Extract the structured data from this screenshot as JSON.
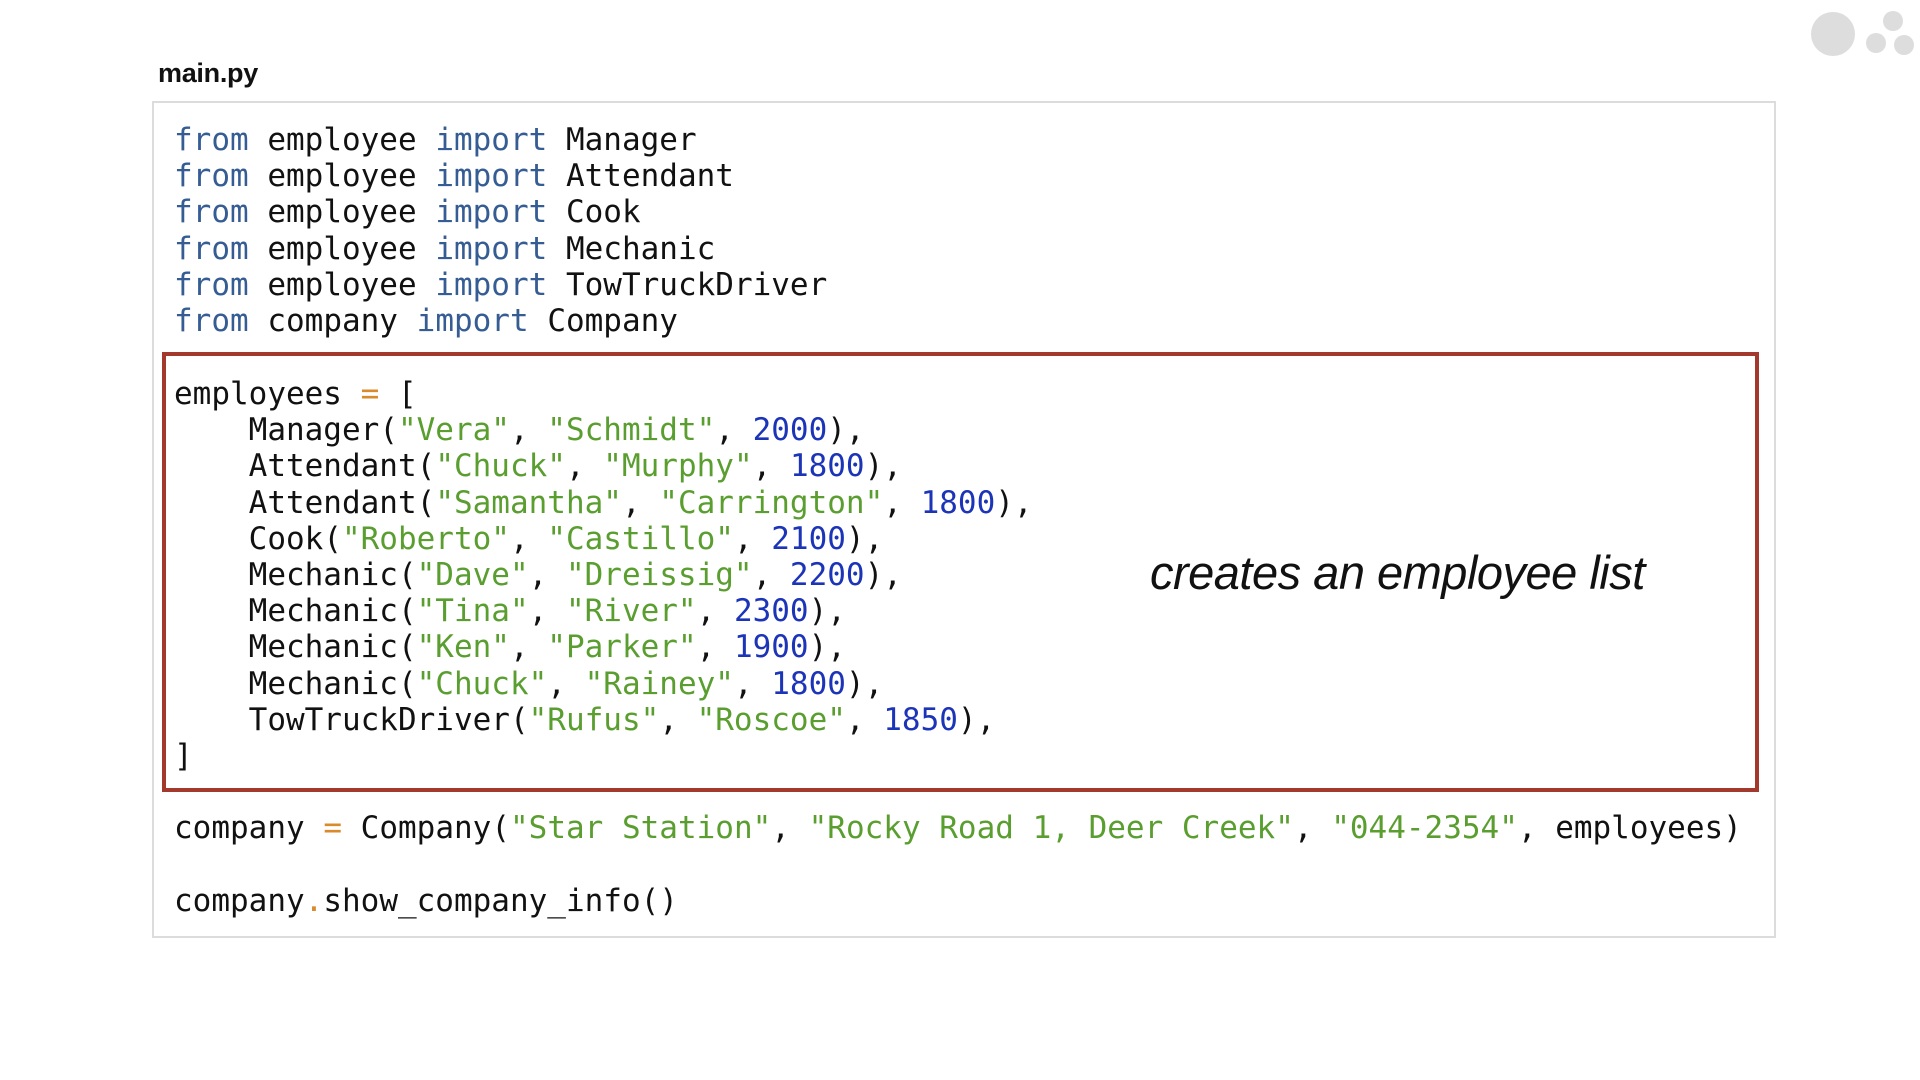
{
  "file": {
    "name": "main.py"
  },
  "colors": {
    "keyword": "#355c93",
    "string": "#5a9e30",
    "number": "#1c34b8",
    "operator": "#d98a2b",
    "text": "#111111",
    "highlight_border": "#a3392d",
    "panel_border": "#dcdcdc",
    "logo": "#dddddd"
  },
  "logo": {
    "icon": "dots-logo-icon"
  },
  "annotation": {
    "text": "creates an employee list"
  },
  "code": {
    "imports": [
      {
        "kw_from": "from",
        "module": "employee",
        "kw_import": "import",
        "name": "Manager"
      },
      {
        "kw_from": "from",
        "module": "employee",
        "kw_import": "import",
        "name": "Attendant"
      },
      {
        "kw_from": "from",
        "module": "employee",
        "kw_import": "import",
        "name": "Cook"
      },
      {
        "kw_from": "from",
        "module": "employee",
        "kw_import": "import",
        "name": "Mechanic"
      },
      {
        "kw_from": "from",
        "module": "employee",
        "kw_import": "import",
        "name": "TowTruckDriver"
      },
      {
        "kw_from": "from",
        "module": "company",
        "kw_import": "import",
        "name": "Company"
      }
    ],
    "list_open": {
      "var": "employees",
      "op": "=",
      "bracket": "["
    },
    "employees": [
      {
        "cls": "Manager",
        "first": "\"Vera\"",
        "last": "\"Schmidt\"",
        "salary": "2000"
      },
      {
        "cls": "Attendant",
        "first": "\"Chuck\"",
        "last": "\"Murphy\"",
        "salary": "1800"
      },
      {
        "cls": "Attendant",
        "first": "\"Samantha\"",
        "last": "\"Carrington\"",
        "salary": "1800"
      },
      {
        "cls": "Cook",
        "first": "\"Roberto\"",
        "last": "\"Castillo\"",
        "salary": "2100"
      },
      {
        "cls": "Mechanic",
        "first": "\"Dave\"",
        "last": "\"Dreissig\"",
        "salary": "2200"
      },
      {
        "cls": "Mechanic",
        "first": "\"Tina\"",
        "last": "\"River\"",
        "salary": "2300"
      },
      {
        "cls": "Mechanic",
        "first": "\"Ken\"",
        "last": "\"Parker\"",
        "salary": "1900"
      },
      {
        "cls": "Mechanic",
        "first": "\"Chuck\"",
        "last": "\"Rainey\"",
        "salary": "1800"
      },
      {
        "cls": "TowTruckDriver",
        "first": "\"Rufus\"",
        "last": "\"Roscoe\"",
        "salary": "1850"
      }
    ],
    "list_close": "]",
    "company_line": {
      "var": "company",
      "op": "=",
      "cls": "Company",
      "arg_name": "\"Star Station\"",
      "arg_address": "\"Rocky Road 1, Deer Creek\"",
      "arg_phone": "\"044-2354\"",
      "arg_list": "employees"
    },
    "call_line": {
      "obj": "company",
      "dot": ".",
      "method": "show_company_info()"
    }
  }
}
